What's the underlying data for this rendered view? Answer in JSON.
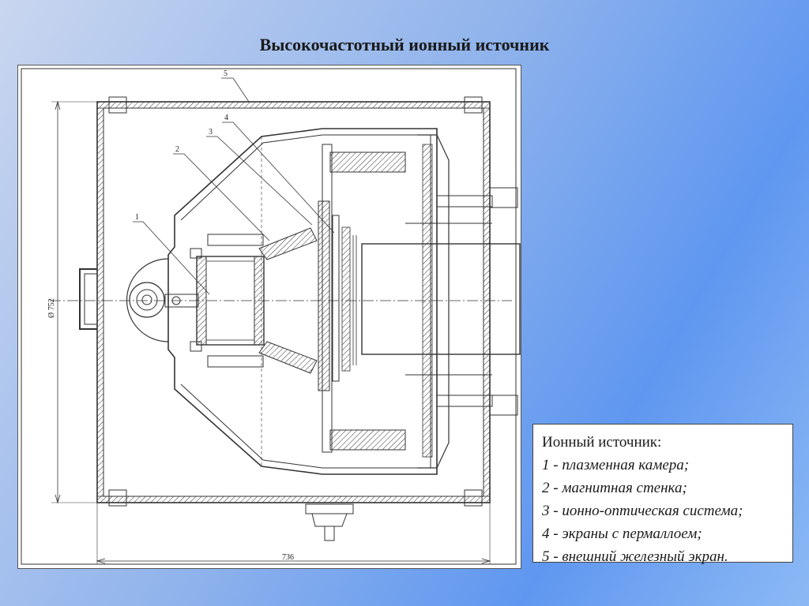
{
  "title": "Высокочастотный ионный источник",
  "drawing": {
    "callouts": [
      "1",
      "2",
      "3",
      "4",
      "5"
    ],
    "dimension_height": "Ø 752",
    "dimension_width": "736"
  },
  "legend": {
    "heading": "Ионный источник:",
    "items": [
      "1 - плазменная камера;",
      "2 - магнитная стенка;",
      "3 - ионно-оптическая система;",
      "4 - экраны с пермаллоем;",
      "5 - внешний железный экран."
    ]
  }
}
